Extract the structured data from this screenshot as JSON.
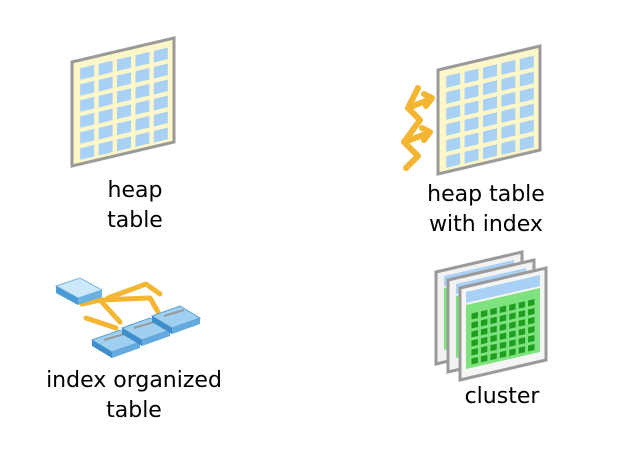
{
  "items": [
    {
      "id": "heap-table",
      "label_lines": [
        "heap",
        "table"
      ]
    },
    {
      "id": "heap-table-with-index",
      "label_lines": [
        "heap table",
        "with index"
      ]
    },
    {
      "id": "index-organized-table",
      "label_lines": [
        "index organized",
        "table"
      ]
    },
    {
      "id": "cluster",
      "label_lines": [
        "cluster"
      ]
    }
  ],
  "icons": {
    "heap-table": "heap-table-icon",
    "heap-table-with-index": "indexed-heap-table-icon",
    "index-organized-table": "index-organized-table-icon",
    "cluster": "cluster-icon"
  },
  "colors": {
    "frame_fill": "#fcf6c8",
    "frame_stroke": "#9a9a9a",
    "cell_blue": "#a9d1f5",
    "cell_green": "#1f9e1f",
    "green_fill": "#7ee37e",
    "arrow_orange": "#f4b632",
    "block_blue": "#8ec7ee"
  }
}
